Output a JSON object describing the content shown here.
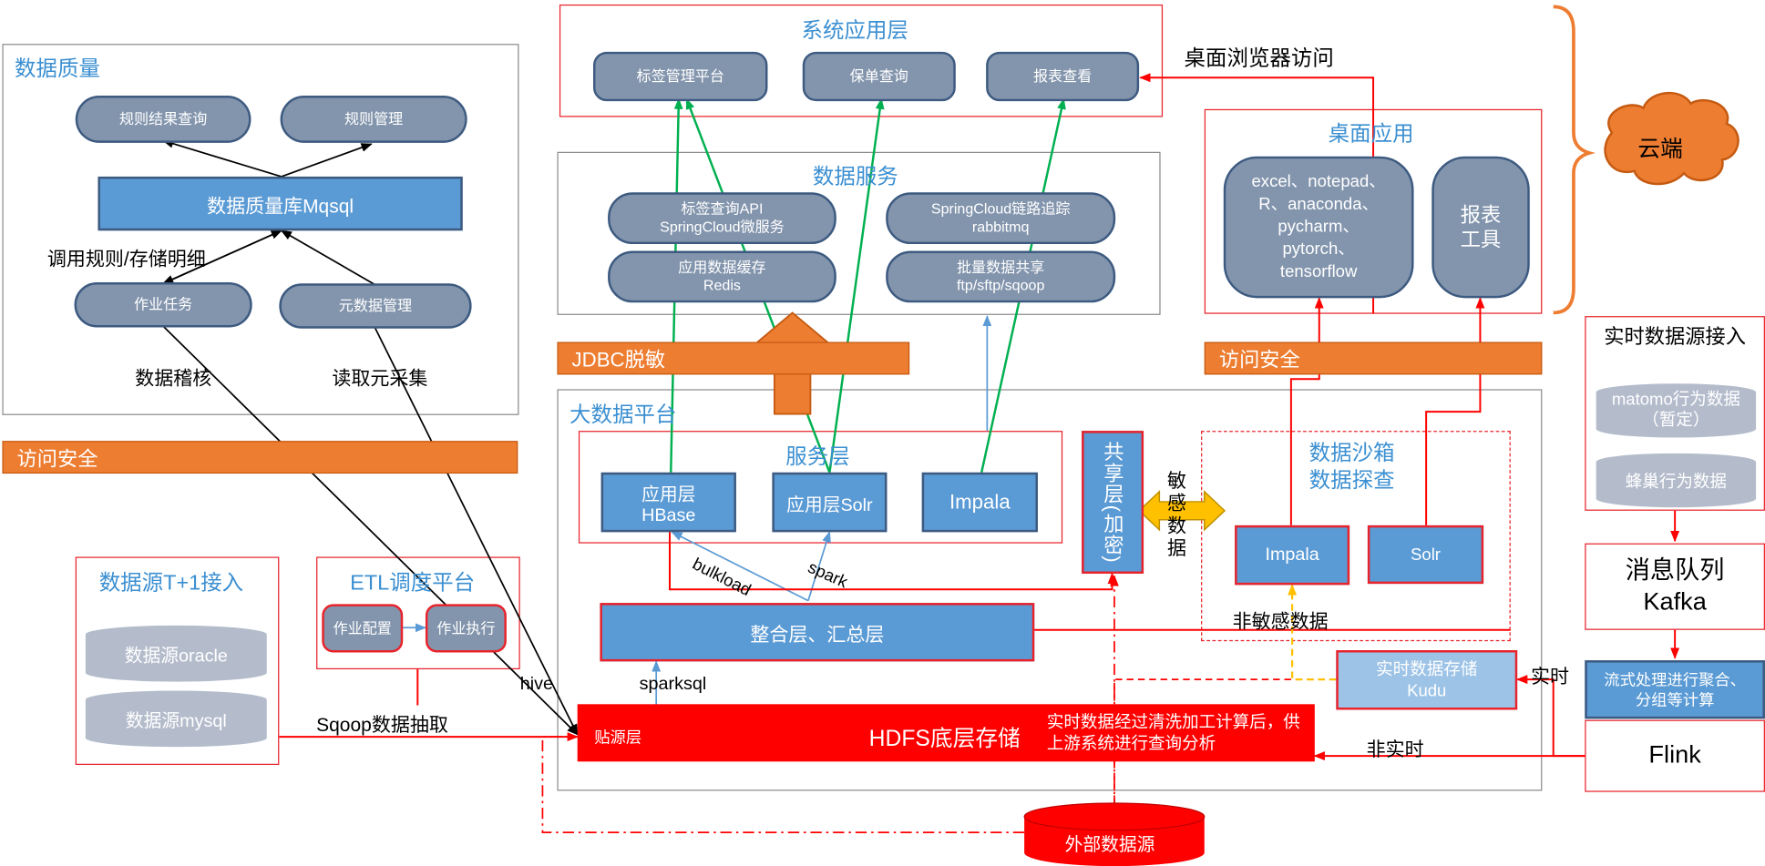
{
  "data_quality": {
    "title": "数据质量",
    "rule_query": "规则结果查询",
    "rule_manage": "规则管理",
    "db": "数据质量库Mqsql",
    "call_label": "调用规则/存储明细",
    "job": "作业任务",
    "metadata": "元数据管理",
    "audit_label": "数据稽核",
    "read_label": "读取元采集"
  },
  "access_security_left": "访问安全",
  "source_t1": {
    "title": "数据源T+1接入",
    "oracle": "数据源oracle",
    "mysql": "数据源mysql"
  },
  "etl": {
    "title": "ETL调度平台",
    "config": "作业配置",
    "exec": "作业执行"
  },
  "app_layer": {
    "title": "系统应用层",
    "tag_platform": "标签管理平台",
    "policy_query": "保单查询",
    "report_view": "报表查看"
  },
  "data_service": {
    "title": "数据服务",
    "tag_api": "标签查询API\nSpringCloud微服务",
    "springcloud_trace": "SpringCloud链路追踪\nrabbitmq",
    "app_cache": "应用数据缓存\nRedis",
    "batch_share": "批量数据共享\nftp/sftp/sqoop"
  },
  "jdbc_bar": "JDBC脱敏",
  "access_security_right": "访问安全",
  "desktop_browser": "桌面浏览器访问",
  "desktop_app": {
    "title": "桌面应用",
    "tools": "excel、notepad、\nR、anaconda、\npycharm、\npytorch、\ntensorflow",
    "report_tool": "报表\n工具"
  },
  "cloud": "云端",
  "bigdata": {
    "title": "大数据平台",
    "service_layer": "服务层",
    "app_hbase": "应用层\nHBase",
    "app_solr": "应用层Solr",
    "impala": "Impala",
    "shared_layer": "共享层(加密)",
    "sensitive": "敏感数据",
    "sandbox_title": "数据沙箱\n数据探查",
    "sandbox_impala": "Impala",
    "sandbox_solr": "Solr",
    "non_sensitive": "非敏感数据",
    "bulkload": "bulkload",
    "spark": "spark",
    "integration": "整合层、汇总层",
    "sparksql": "sparksql",
    "kudu": "实时数据存储\nKudu",
    "hdfs_src": "贴源层",
    "hdfs": "HDFS底层存储",
    "hdfs_note": "实时数据经过清洗加工计算后，供\n上游系统进行查询分析"
  },
  "labels": {
    "hive": "hive",
    "sqoop": "Sqoop数据抽取",
    "realtime": "实时",
    "non_realtime": "非实时"
  },
  "external_source": "外部数据源",
  "realtime_source": {
    "title": "实时数据源接入",
    "matomo": "matomo行为数据（暂定）",
    "fengchao": "蜂巢行为数据"
  },
  "kafka": "消息队列\nKafka",
  "stream": "流式处理进行聚合、\n分组等计算",
  "flink": "Flink",
  "colors": {
    "orange": "#ed7d31",
    "blue": "#5b9bd5",
    "red": "#ff0000",
    "green": "#00b050",
    "pill": "#8395ad"
  }
}
